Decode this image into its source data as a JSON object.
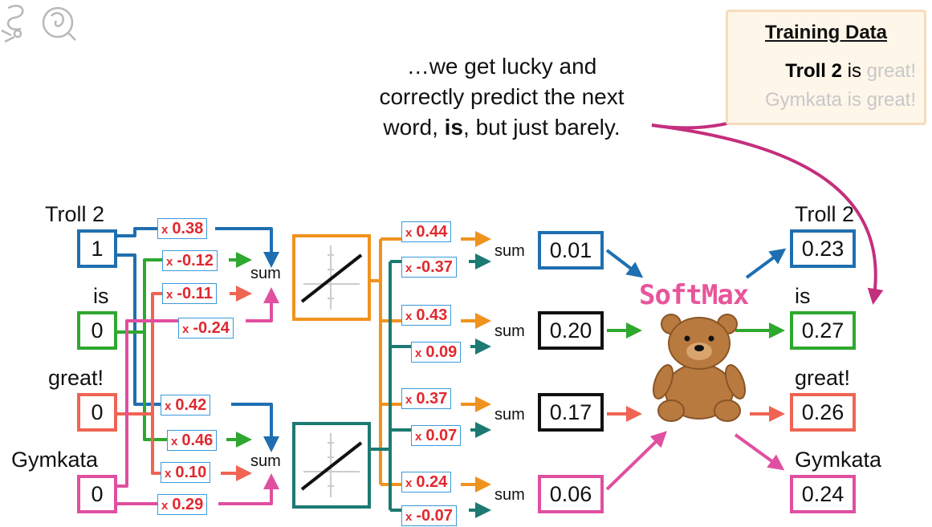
{
  "narration": {
    "line1": "…we get lucky and",
    "line2": "correctly predict the next",
    "line3_pre": "word, ",
    "line3_bold": "is",
    "line3_post": ", but just barely."
  },
  "training_data": {
    "title": "Training Data",
    "line1_bold": "Troll 2",
    "line1_mid": " is ",
    "line1_dim": "great!",
    "line2": "Gymkata is great!"
  },
  "inputs": [
    {
      "label": "Troll 2",
      "value": "1",
      "color": "#1f6fb0"
    },
    {
      "label": "is",
      "value": "0",
      "color": "#2ea82e"
    },
    {
      "label": "great!",
      "value": "0",
      "color": "#ef6453"
    },
    {
      "label": "Gymkata",
      "value": "0",
      "color": "#e04fa0"
    }
  ],
  "top_weights": [
    "0.38",
    "-0.12",
    "-0.11",
    "-0.24"
  ],
  "bottom_weights": [
    "0.42",
    "0.46",
    "0.10",
    "0.29"
  ],
  "output_weights": [
    "0.44",
    "-0.37",
    "0.43",
    "0.09",
    "0.37",
    "0.07",
    "0.24",
    "-0.07"
  ],
  "weight_prefix": "x",
  "sum_label": "sum",
  "raw_outputs": [
    {
      "value": "0.01",
      "color": "#1f6fb0"
    },
    {
      "value": "0.20",
      "color": "#2ea82e"
    },
    {
      "value": "0.17",
      "color": "#ef6453"
    },
    {
      "value": "0.06",
      "color": "#e04fa0"
    }
  ],
  "softmax_label": "SoftMax",
  "final_outputs": [
    {
      "label": "Troll 2",
      "value": "0.23",
      "color": "#1f6fb0"
    },
    {
      "label": "is",
      "value": "0.27",
      "color": "#2ea82e"
    },
    {
      "label": "great!",
      "value": "0.26",
      "color": "#ef6453"
    },
    {
      "label": "Gymkata",
      "value": "0.24",
      "color": "#e04fa0"
    }
  ],
  "colors": {
    "troll2": "#1f6fb0",
    "is": "#2ea82e",
    "great": "#ef6453",
    "gymkata": "#e04fa0",
    "activation_top": "#f0921e",
    "activation_bottom": "#1c7a72",
    "weight_text": "#e0292f",
    "weight_border": "#3b9ad9",
    "callout_arrow": "#c42f7e",
    "softmax": "#e8559a"
  }
}
